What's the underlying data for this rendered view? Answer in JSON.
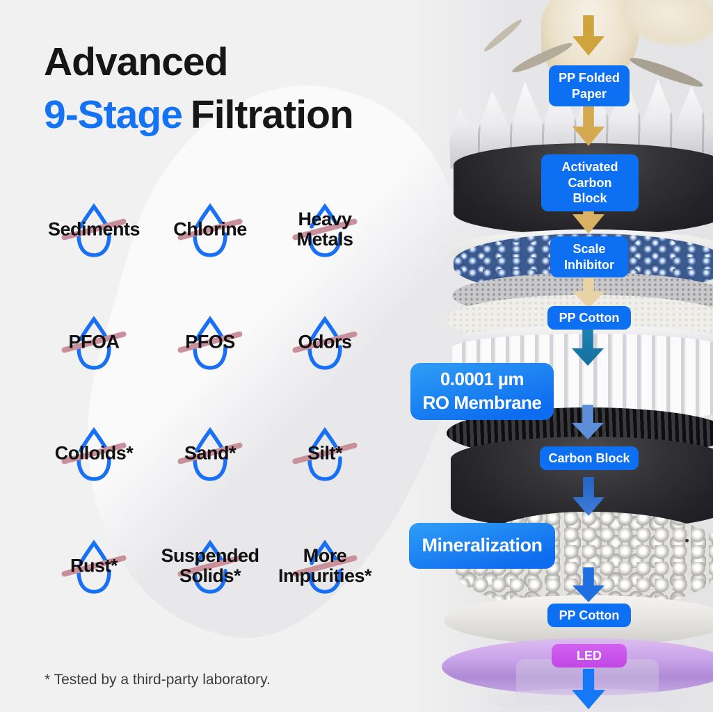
{
  "title": {
    "line1": "Advanced",
    "line2_accent": "9-Stage",
    "line2_rest": "Filtration"
  },
  "contaminants": [
    {
      "label": "Sediments"
    },
    {
      "label": "Chlorine"
    },
    {
      "label": "Heavy\nMetals"
    },
    {
      "label": "PFOA"
    },
    {
      "label": "PFOS"
    },
    {
      "label": "Odors"
    },
    {
      "label": "Colloids*"
    },
    {
      "label": "Sand*"
    },
    {
      "label": "Silt*"
    },
    {
      "label": "Rust*"
    },
    {
      "label": "Suspended\nSolids*"
    },
    {
      "label": "More\nImpurities*"
    }
  ],
  "footnote": "* Tested by a third-party laboratory.",
  "stack": {
    "labels": [
      {
        "text": "PP Folded Paper"
      },
      {
        "text": "Activated Carbon Block"
      },
      {
        "text": "Scale Inhibitor"
      },
      {
        "text": "PP Cotton"
      },
      {
        "text": "0.0001 µm",
        "text2": "RO Membrane"
      },
      {
        "text": "Carbon Block"
      },
      {
        "text": "Mineralization"
      },
      {
        "text": "PP Cotton"
      },
      {
        "text": "LED"
      }
    ]
  },
  "colors": {
    "accent_blue": "#1472f5",
    "pill_blue": "#0d6ff2",
    "pill_gradient_start": "#2f9ef6",
    "pill_gradient_end": "#0d6cef",
    "led_pill": "#c851e9",
    "drop_icon_blue": "#1770f5",
    "strike_rose": "#c98f9a",
    "arrow_gold": "#d0a43d",
    "arrow_tan": "#e8d3a7",
    "arrow_teal": "#1b7fad",
    "arrow_blue": "#1478f7",
    "background": "#f1f1f2"
  }
}
